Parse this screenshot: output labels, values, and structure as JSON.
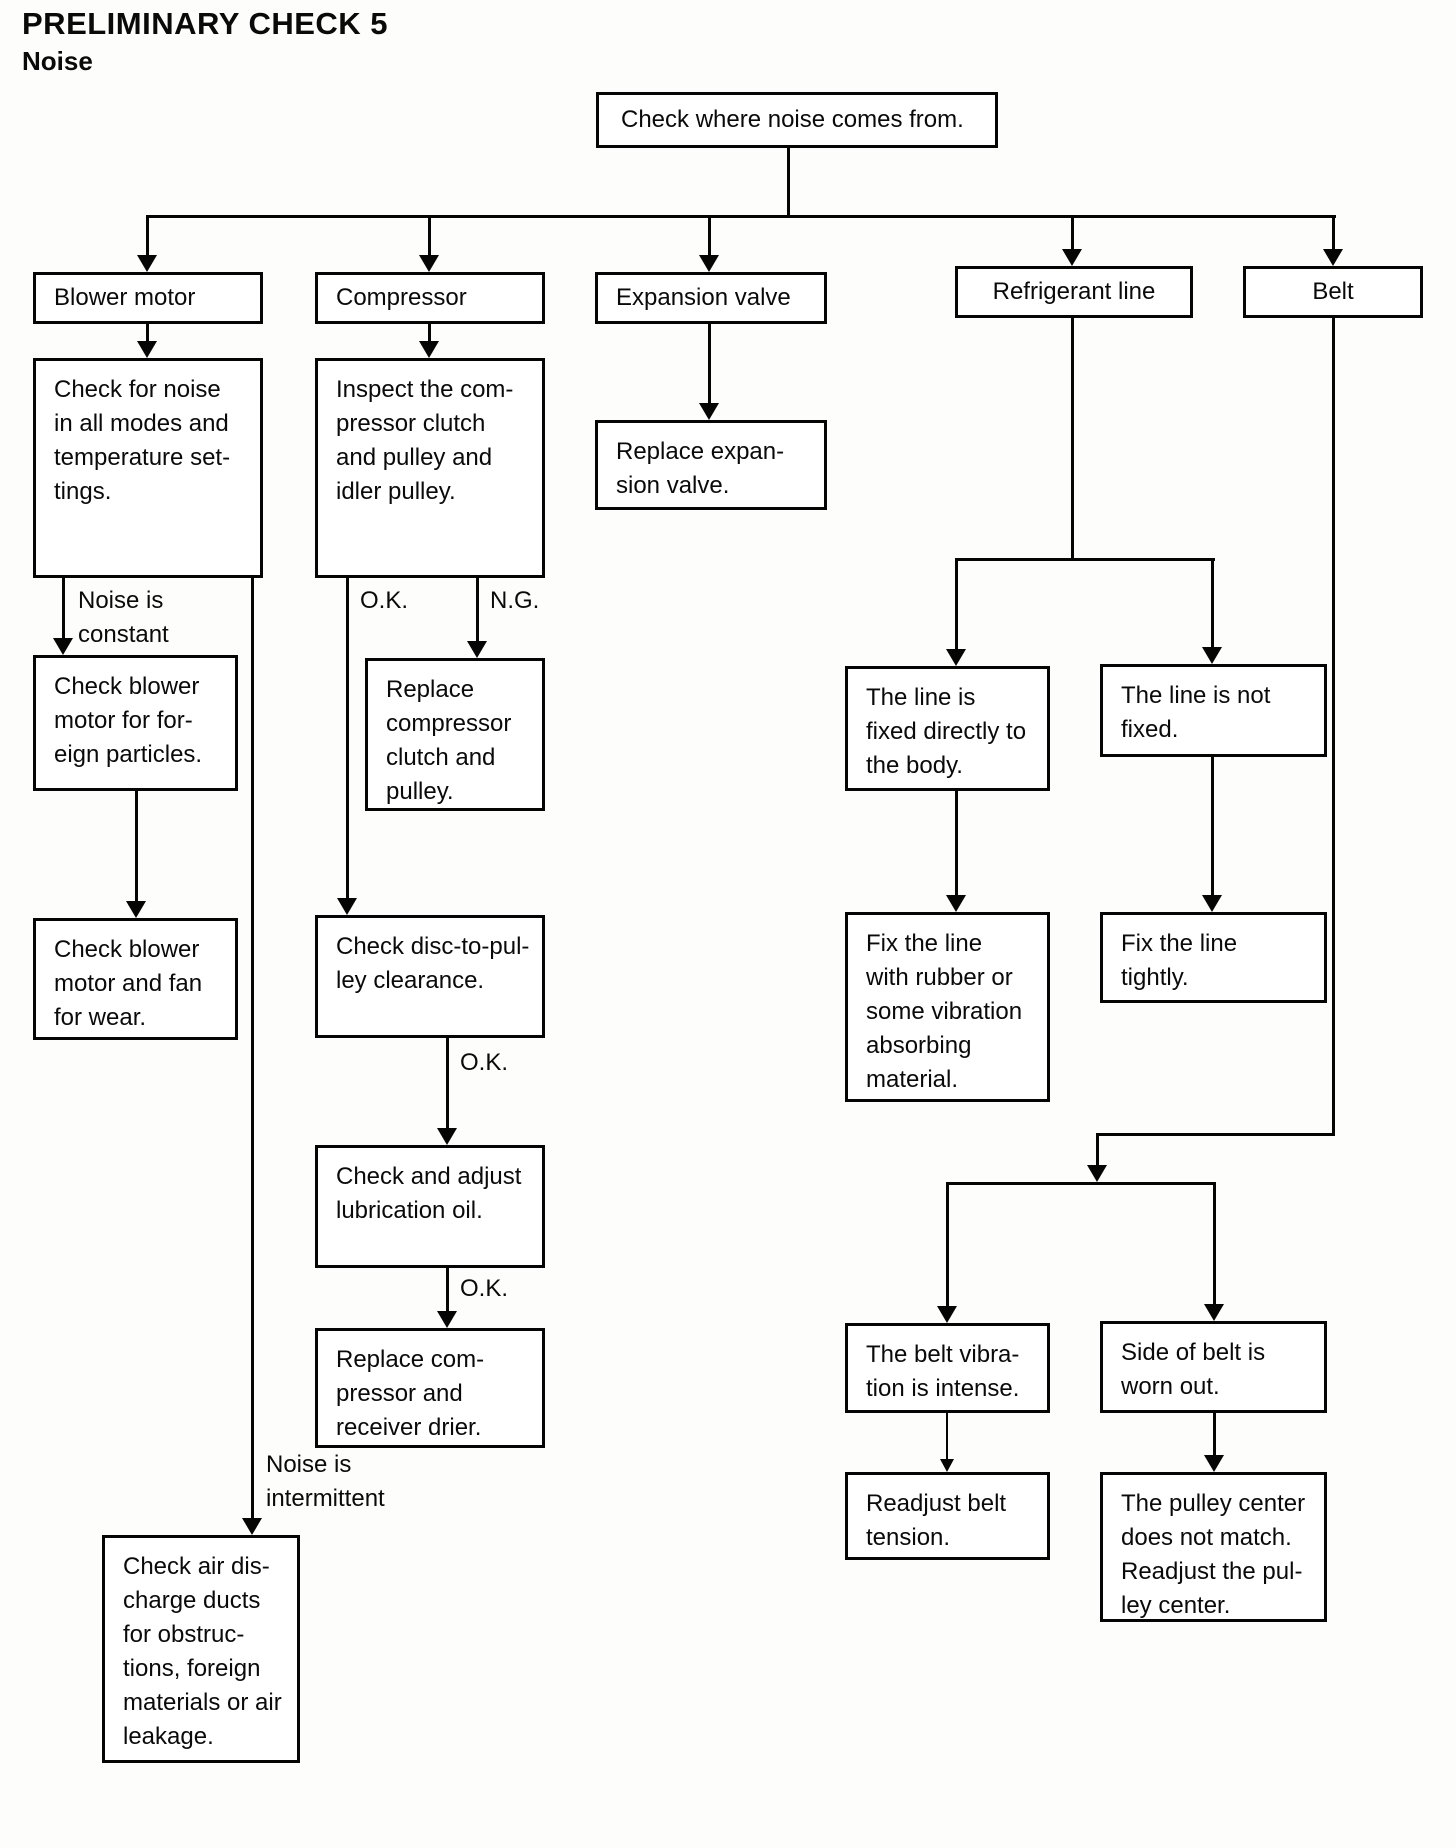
{
  "page": {
    "title": "PRELIMINARY CHECK 5",
    "subtitle": "Noise"
  },
  "colors": {
    "ink": "#050505",
    "paper": "#ffffff"
  },
  "nodes": {
    "start": {
      "text": "Check where noise comes from."
    },
    "blower_motor": {
      "text": "Blower motor"
    },
    "compressor": {
      "text": "Compressor"
    },
    "expansion_valve": {
      "text": "Expansion valve"
    },
    "refrigerant_line": {
      "text": "Refrigerant line"
    },
    "belt": {
      "text": "Belt"
    },
    "blower_check": {
      "text": "Check for noise\nin all modes and\ntemperature set-\ntings."
    },
    "compressor_inspect": {
      "text": "Inspect the com-\npressor clutch\nand pulley and\nidler pulley."
    },
    "expansion_replace": {
      "text": "Replace expan-\nsion valve."
    },
    "foreign_particles": {
      "text": "Check blower\nmotor for for-\neign particles."
    },
    "fan_wear": {
      "text": "Check blower\nmotor and fan\nfor wear."
    },
    "air_discharge": {
      "text": "Check air dis-\ncharge ducts\nfor obstruc-\ntions, foreign\nmaterials or air\nleakage."
    },
    "replace_clutch": {
      "text": "Replace\ncompressor\nclutch and\npulley."
    },
    "disc_clearance": {
      "text": "Check disc-to-pul-\nley clearance."
    },
    "lubrication_oil": {
      "text": "Check and adjust\nlubrication oil."
    },
    "replace_compressor": {
      "text": "Replace com-\npressor and\nreceiver drier."
    },
    "line_fixed_body": {
      "text": "The line is\nfixed directly to\nthe body."
    },
    "line_not_fixed": {
      "text": "The line is not\nfixed."
    },
    "fix_rubber": {
      "text": "Fix the line\nwith rubber or\nsome vibration\nabsorbing\nmaterial."
    },
    "fix_tightly": {
      "text": "Fix the line\ntightly."
    },
    "belt_vibration": {
      "text": "The belt vibra-\ntion is intense."
    },
    "side_worn": {
      "text": "Side of belt is\nworn out."
    },
    "readjust_tension": {
      "text": "Readjust belt\ntension."
    },
    "pulley_center": {
      "text": "The pulley center\ndoes not match.\nReadjust the pul-\nley center."
    }
  },
  "labels": {
    "noise_constant": {
      "text": "Noise is\nconstant"
    },
    "noise_intermittent": {
      "text": "Noise is\nintermittent"
    },
    "ok_1": {
      "text": "O.K."
    },
    "ng_1": {
      "text": "N.G."
    },
    "ok_2": {
      "text": "O.K."
    },
    "ok_3": {
      "text": "O.K."
    }
  },
  "edges": [
    {
      "from": "start",
      "to": "blower_motor"
    },
    {
      "from": "start",
      "to": "compressor"
    },
    {
      "from": "start",
      "to": "expansion_valve"
    },
    {
      "from": "start",
      "to": "refrigerant_line"
    },
    {
      "from": "start",
      "to": "belt"
    },
    {
      "from": "blower_motor",
      "to": "blower_check"
    },
    {
      "from": "blower_check",
      "to": "foreign_particles",
      "label": "Noise is constant"
    },
    {
      "from": "foreign_particles",
      "to": "fan_wear"
    },
    {
      "from": "blower_check",
      "to": "air_discharge",
      "label": "Noise is intermittent"
    },
    {
      "from": "compressor",
      "to": "compressor_inspect"
    },
    {
      "from": "compressor_inspect",
      "to": "disc_clearance",
      "label": "O.K."
    },
    {
      "from": "compressor_inspect",
      "to": "replace_clutch",
      "label": "N.G."
    },
    {
      "from": "disc_clearance",
      "to": "lubrication_oil",
      "label": "O.K."
    },
    {
      "from": "lubrication_oil",
      "to": "replace_compressor",
      "label": "O.K."
    },
    {
      "from": "expansion_valve",
      "to": "expansion_replace"
    },
    {
      "from": "refrigerant_line",
      "to": "line_fixed_body"
    },
    {
      "from": "refrigerant_line",
      "to": "line_not_fixed"
    },
    {
      "from": "line_fixed_body",
      "to": "fix_rubber"
    },
    {
      "from": "line_not_fixed",
      "to": "fix_tightly"
    },
    {
      "from": "belt",
      "to": "belt_vibration"
    },
    {
      "from": "belt",
      "to": "side_worn"
    },
    {
      "from": "belt_vibration",
      "to": "readjust_tension"
    },
    {
      "from": "side_worn",
      "to": "pulley_center"
    }
  ]
}
